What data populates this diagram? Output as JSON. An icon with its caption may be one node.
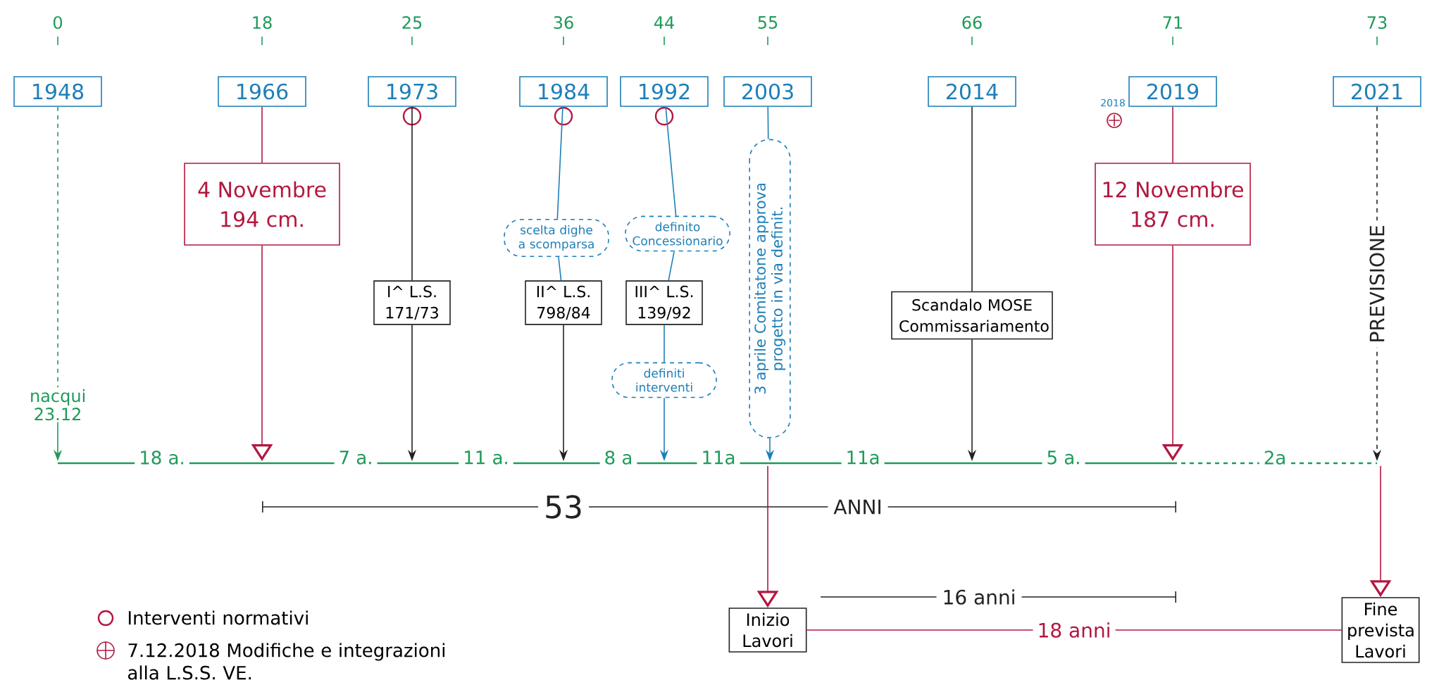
{
  "diagram": {
    "nodes": [
      {
        "text": [
          "1948"
        ]
      },
      {
        "text": [
          "1966"
        ]
      },
      {
        "text": [
          "1973"
        ]
      },
      {
        "text": [
          "1984"
        ]
      },
      {
        "text": [
          "1992"
        ]
      },
      {
        "text": [
          "2003"
        ]
      },
      {
        "text": [
          "2014"
        ]
      },
      {
        "text": [
          "2019"
        ]
      },
      {
        "text": [
          "2021"
        ]
      },
      {
        "text": [
          "4 Novembre",
          "194 cm."
        ]
      },
      {
        "text": [
          "I^ L.S.",
          "171/73"
        ]
      },
      {
        "text": [
          "scelta dighe a scomparsa"
        ]
      },
      {
        "text": [
          "definito Concessionario"
        ]
      },
      {
        "text": [
          "II^ L.S.",
          "798/84"
        ]
      },
      {
        "text": [
          "III^ L.S.",
          "139/92"
        ]
      },
      {
        "text": [
          "definiti interventi"
        ]
      },
      {
        "text": [
          "3 aprile Comitatone approva progetto in via definit."
        ]
      },
      {
        "text": [
          "Scandalo MOSE Commissariamento"
        ]
      },
      {
        "text": [
          "12 Novembre",
          "187 cm."
        ]
      },
      {
        "text": [
          "nacqui 23.12"
        ]
      },
      {
        "text": [
          "Inizio Lavori"
        ]
      },
      {
        "text": [
          "Fine prevista Lavori"
        ]
      }
    ],
    "edges": [
      {
        "from": 0,
        "to": 19,
        "arrow": "none",
        "style": "dashed",
        "color": "#1f9a5a"
      },
      {
        "from": 19,
        "to": null,
        "arrow": "to",
        "color": "#1f9a5a"
      },
      {
        "from": 1,
        "to": 9,
        "arrow": "none",
        "color": "#b3173f"
      },
      {
        "from": 9,
        "to": null,
        "arrow": "to",
        "color": "#b3173f"
      },
      {
        "from": 2,
        "to": 10,
        "arrow": "none",
        "color": "#222222"
      },
      {
        "from": 10,
        "to": null,
        "arrow": "to",
        "color": "#222222"
      },
      {
        "from": 3,
        "to": 11,
        "arrow": "none",
        "color": "#1d7fb8"
      },
      {
        "from": 11,
        "to": 13,
        "arrow": "none",
        "color": "#1d7fb8"
      },
      {
        "from": 13,
        "to": null,
        "arrow": "to",
        "color": "#222222"
      },
      {
        "from": 4,
        "to": 12,
        "arrow": "none",
        "color": "#1d7fb8"
      },
      {
        "from": 12,
        "to": 14,
        "arrow": "none",
        "color": "#1d7fb8"
      },
      {
        "from": 14,
        "to": 15,
        "arrow": "none",
        "color": "#1d7fb8"
      },
      {
        "from": 15,
        "to": null,
        "arrow": "to",
        "color": "#1d7fb8"
      },
      {
        "from": 5,
        "to": 16,
        "arrow": "none",
        "color": "#1d7fb8"
      },
      {
        "from": 16,
        "to": null,
        "arrow": "to",
        "color": "#1d7fb8"
      },
      {
        "from": 6,
        "to": 17,
        "arrow": "none",
        "color": "#222222"
      },
      {
        "from": 17,
        "to": null,
        "arrow": "to",
        "color": "#222222"
      },
      {
        "from": 7,
        "to": 18,
        "arrow": "none",
        "color": "#b3173f"
      },
      {
        "from": 18,
        "to": null,
        "arrow": "to",
        "color": "#b3173f"
      },
      {
        "from": 8,
        "to": null,
        "arrow": "to",
        "style": "dashed",
        "label": "PREVISIONE",
        "color": "#222222"
      },
      {
        "from": null,
        "to": 20,
        "arrow": "to",
        "color": "#b3173f"
      },
      {
        "from": null,
        "to": 21,
        "arrow": "to",
        "color": "#b3173f"
      },
      {
        "from": 20,
        "to": 21,
        "arrow": "none",
        "label": "18 anni",
        "color": "#b3173f"
      }
    ],
    "labels": [
      "0",
      "18",
      "25",
      "36",
      "44",
      "55",
      "66",
      "71",
      "73",
      "2018",
      "18 a.",
      "7 a.",
      "11 a.",
      "8 a",
      "11a",
      "11a",
      "5 a.",
      "2a",
      "53",
      "ANNI",
      "16 anni"
    ],
    "legend": [
      {
        "text": "Interventi normativi"
      },
      {
        "text": "7.12.2018 Modifiche e integrazioni alla L.S.S. VE."
      }
    ]
  }
}
